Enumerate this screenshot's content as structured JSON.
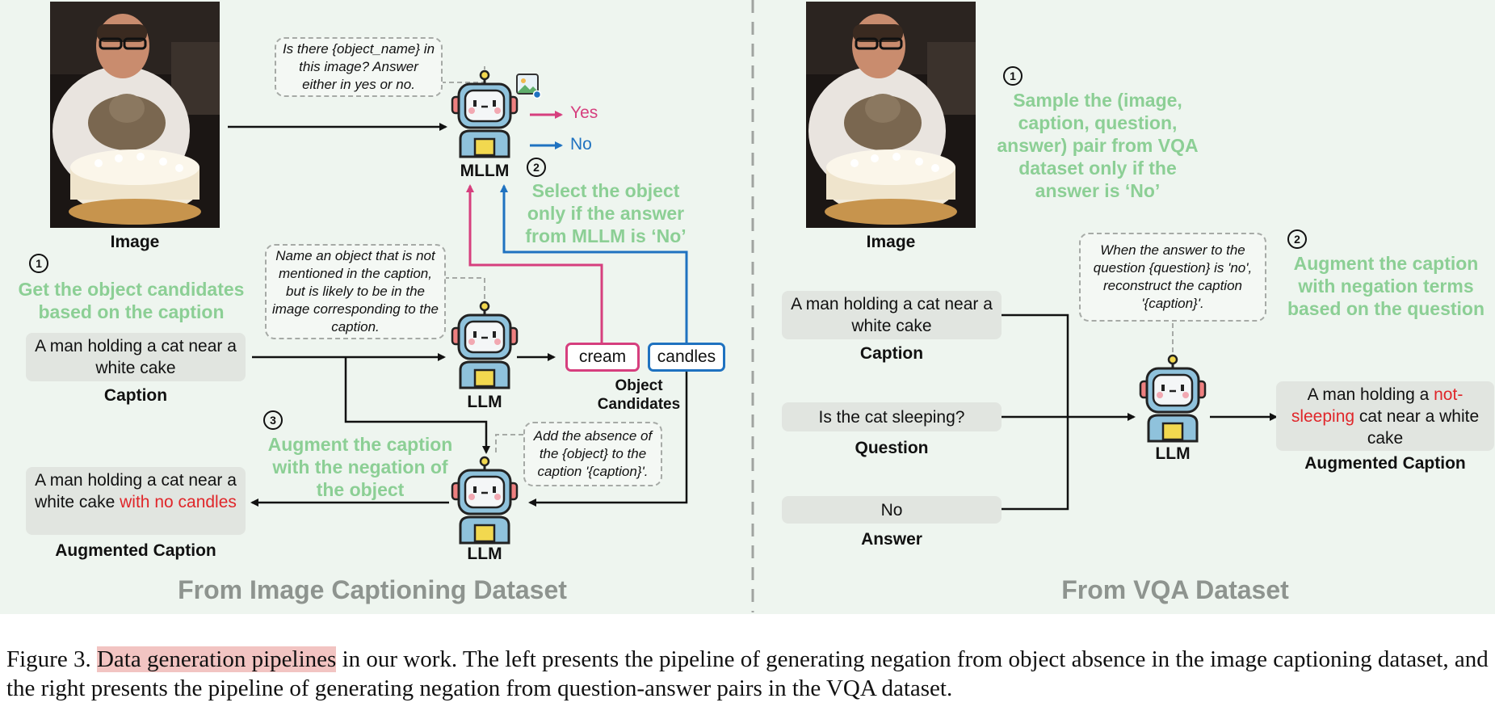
{
  "left": {
    "image_label": "Image",
    "caption_label": "Caption",
    "caption_text": "A man holding a cat near a white cake",
    "mllm_label": "MLLM",
    "llm_label_1": "LLM",
    "llm_label_2": "LLM",
    "yes_label": "Yes",
    "no_label": "No",
    "candidates": [
      "cream",
      "candles"
    ],
    "candidates_label": "Object Candidates",
    "prompt_mllm": "Is there {object_name} in this image? Answer either in yes or no.",
    "prompt_llm_1": "Name an object that is not mentioned in the caption, but is likely to be in the image corresponding to the caption.",
    "prompt_llm_2": "Add the absence of the {object} to the caption '{caption}'.",
    "step1_number": "1",
    "step1_text": "Get the object candidates based on the caption",
    "step2_number": "2",
    "step2_text": "Select the object only if the answer from MLLM is ‘No’",
    "step3_number": "3",
    "step3_text": "Augment the caption with the negation of the object",
    "augmented_prefix": "A man holding a cat near a white cake",
    "augmented_negation": "with no candles",
    "augmented_label": "Augmented Caption",
    "section_title": "From Image Captioning Dataset"
  },
  "right": {
    "image_label": "Image",
    "caption_text": "A man holding a cat near a white cake",
    "caption_label": "Caption",
    "question_text": "Is the cat sleeping?",
    "question_label": "Question",
    "answer_text": "No",
    "answer_label": "Answer",
    "llm_label": "LLM",
    "prompt": "When the answer to the question {question} is 'no', reconstruct the caption '{caption}'.",
    "step1_number": "1",
    "step1_text": "Sample the (image, caption, question, answer) pair from VQA dataset only if the answer is ‘No’",
    "step2_number": "2",
    "step2_text": "Augment the caption with negation terms based on the question",
    "augmented_prefix": "A man holding a",
    "augmented_negation": "not-sleeping",
    "augmented_suffix": "cat near a white cake",
    "augmented_label": "Augmented Caption",
    "section_title": "From VQA Dataset"
  },
  "figure_caption": {
    "label": "Figure 3.",
    "highlight": "Data generation pipelines",
    "rest": "in our work. The left presents the pipeline of generating negation from object absence in the image captioning dataset, and the right presents the pipeline of generating negation from question-answer pairs in the VQA dataset."
  },
  "colors": {
    "background": "#eef5ef",
    "green_text": "#8ccf95",
    "yes_pink": "#d63f7e",
    "no_blue": "#1f72c0",
    "negation_red": "#e0262a",
    "highlight": "#f2c4c2"
  },
  "icons": [
    "robot-icon",
    "image-icon"
  ]
}
